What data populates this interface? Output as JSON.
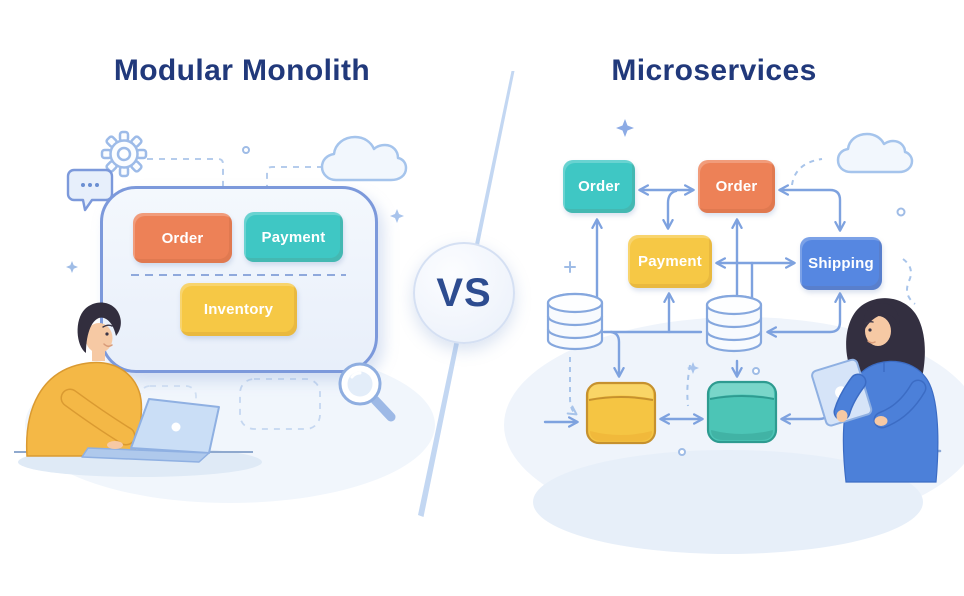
{
  "left": {
    "title": "Modular Monolith",
    "modules": [
      {
        "label": "Order",
        "color": "#ED8157"
      },
      {
        "label": "Payment",
        "color": "#3FC7C4"
      },
      {
        "label": "Inventory",
        "color": "#F6C845"
      }
    ]
  },
  "center": {
    "vs_label": "VS"
  },
  "right": {
    "title": "Microservices",
    "services": [
      {
        "label": "Order",
        "color": "#3FC7C4"
      },
      {
        "label": "Order",
        "color": "#ED8157"
      },
      {
        "label": "Payment",
        "color": "#F6C845"
      },
      {
        "label": "Shipping",
        "color": "#5687E1"
      }
    ]
  },
  "colors": {
    "title_text": "#21397B",
    "vs_text": "#2D4C90",
    "arrow": "#7EA2DF",
    "dashed": "#A8C4EA",
    "container_border": "#7C99DB",
    "container_fill": "#EDF2FB",
    "label_text": "#FFFFFF",
    "yellow_box": "#F5C543",
    "teal_box": "#4CC5B6"
  },
  "icons": [
    "gear-icon",
    "speech-bubble-icon",
    "cloud-icon",
    "magnifier-icon",
    "database-icon",
    "package-box-icon",
    "sparkle-icon",
    "laptop-icon",
    "tablet-icon"
  ]
}
